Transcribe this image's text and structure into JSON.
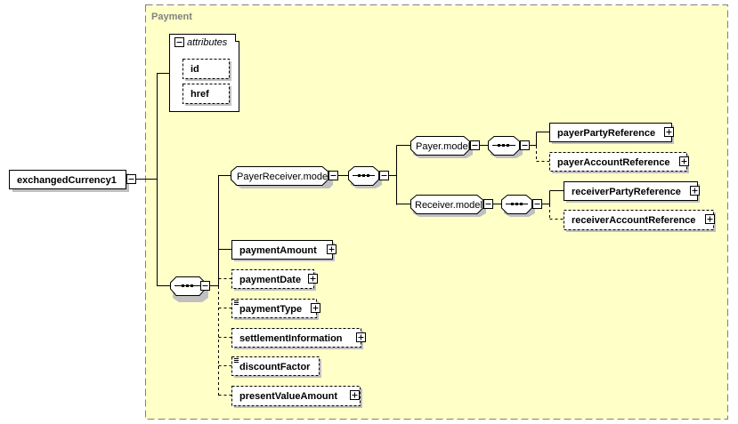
{
  "diagram": {
    "group_title": "Payment",
    "root": {
      "name": "exchangedCurrency1",
      "toggle": "collapse"
    },
    "attributes": {
      "title": "attributes",
      "items": [
        {
          "name": "id",
          "optional": true
        },
        {
          "name": "href",
          "optional": true
        }
      ]
    },
    "nodes": {
      "payer_receiver_model": "PayerReceiver.model",
      "payer_model": "Payer.model",
      "receiver_model": "Receiver.model",
      "payer_party_reference": "payerPartyReference",
      "payer_account_reference": "payerAccountReference",
      "receiver_party_reference": "receiverPartyReference",
      "receiver_account_reference": "receiverAccountReference",
      "payment_amount": "paymentAmount",
      "payment_date": "paymentDate",
      "payment_type": "paymentType",
      "settlement_information": "settlementInformation",
      "discount_factor": "discountFactor",
      "present_value_amount": "presentValueAmount"
    },
    "colors": {
      "group_fill": "#FFFFC8",
      "group_border": "#808080",
      "node_fill": "#FFFFFF",
      "shadow": "#C0C0C0",
      "line": "#000000"
    }
  }
}
